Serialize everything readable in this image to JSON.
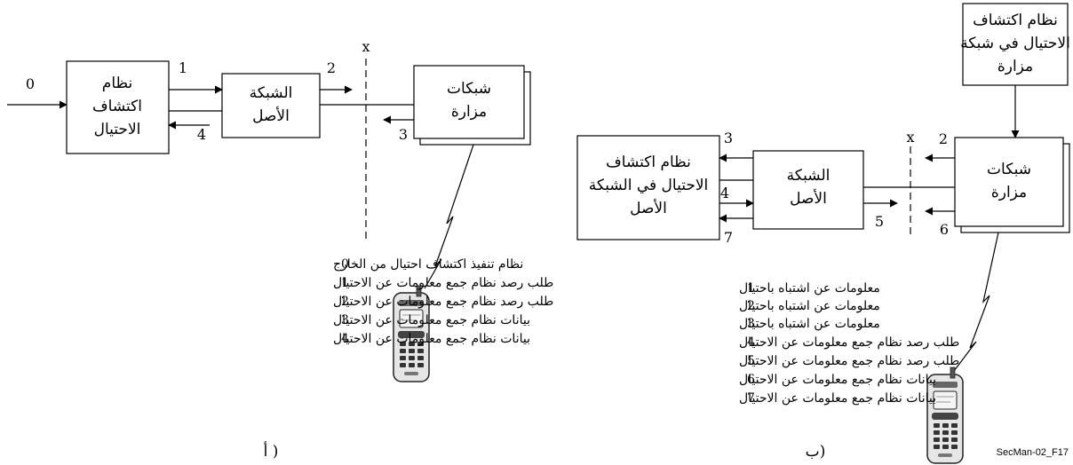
{
  "panel_a": {
    "caption": "أ )",
    "ids_box": [
      "نظام",
      "اكتشاف",
      "الاحتيال"
    ],
    "home_network_box": [
      "الشبكة",
      "الأصل"
    ],
    "visited_network_box": [
      "شبكات",
      "مزارة"
    ],
    "divider_label": "x",
    "arrow_numbers": [
      "0",
      "1",
      "4",
      "2",
      "3"
    ],
    "legend": [
      {
        "num": "0",
        "text": "نظام تنفيذ اكتشاف احتيال من الخارج"
      },
      {
        "num": "1",
        "text": "طلب رصد نظام جمع معلومات عن الاحتيال"
      },
      {
        "num": "2",
        "text": "طلب رصد نظام جمع معلومات عن الاحتيال"
      },
      {
        "num": "3",
        "text": "بيانات نظام جمع معلومات عن الاحتيال"
      },
      {
        "num": "4",
        "text": "بيانات نظام جمع معلومات عن الاحتيال"
      }
    ]
  },
  "panel_b": {
    "caption": "ب)",
    "visited_ids_box": [
      "نظام اكتشاف",
      "الاحتيال في شبكة",
      "مزارة"
    ],
    "home_ids_box": [
      "نظام اكتشاف",
      "الاحتيال في الشبكة",
      "الأصل"
    ],
    "home_network_box": [
      "الشبكة",
      "الأصل"
    ],
    "visited_network_box": [
      "شبكات",
      "مزارة"
    ],
    "divider_label": "x",
    "arrow_numbers": [
      "3",
      "4",
      "7",
      "5",
      "2",
      "6"
    ],
    "legend": [
      {
        "num": "1",
        "text": "معلومات عن اشتباه باحتيال"
      },
      {
        "num": "2",
        "text": "معلومات عن اشتباه باحتيال"
      },
      {
        "num": "3",
        "text": "معلومات عن اشتباه باحتيال"
      },
      {
        "num": "4",
        "text": "طلب رصد نظام جمع معلومات عن الاحتيال"
      },
      {
        "num": "5",
        "text": "طلب رصد نظام جمع معلومات عن الاحتيال"
      },
      {
        "num": "6",
        "text": "بيانات نظام جمع معلومات عن الاحتيال"
      },
      {
        "num": "7",
        "text": "بيانات نظام جمع معلومات عن الاحتيال"
      }
    ]
  },
  "figure_ref": "SecMan-02_F17"
}
